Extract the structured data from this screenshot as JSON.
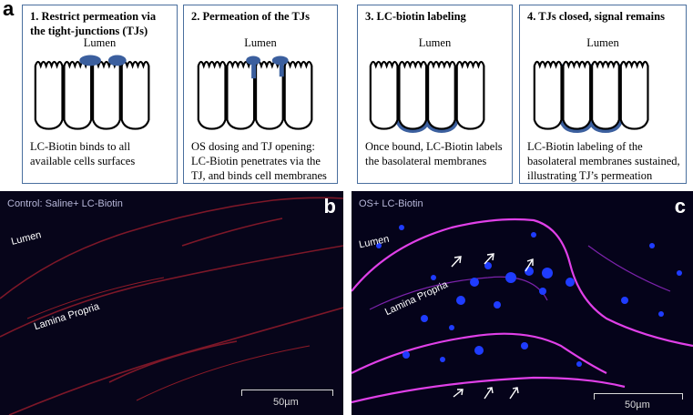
{
  "panel_a": {
    "letter": "a",
    "steps": [
      {
        "title": "1. Restrict permeation via the tight-junctions (TJs)",
        "lumen": "Lumen",
        "desc": "LC-Biotin binds to all available cells surfaces"
      },
      {
        "title": "2. Permeation of the TJs",
        "lumen": "Lumen",
        "desc": "OS dosing and TJ opening: LC-Biotin penetrates via the TJ, and binds cell membranes"
      },
      {
        "title": "3. LC-biotin labeling",
        "lumen": "Lumen",
        "desc": "Once bound, LC-Biotin labels the basolateral membranes"
      },
      {
        "title": "4. TJs closed, signal remains",
        "lumen": "Lumen",
        "desc": "LC-Biotin labeling of the basolateral membranes sustained, illustrating TJ’s permeation"
      }
    ]
  },
  "panel_b": {
    "letter": "b",
    "title": "Control: Saline+ LC-Biotin",
    "lumen": "Lumen",
    "lamina": "Lamina Propria",
    "scale": "50µm"
  },
  "panel_c": {
    "letter": "c",
    "title": "OS+ LC-Biotin",
    "lumen": "Lumen",
    "lamina": "Lamina Propria",
    "scale": "50µm"
  },
  "colors": {
    "box_border": "#4a6f9e",
    "label_blue": "#2f5aa0",
    "membrane_red": "#c8232e",
    "membrane_magenta": "#e040e8",
    "nuclei_blue": "#1f3cff"
  }
}
